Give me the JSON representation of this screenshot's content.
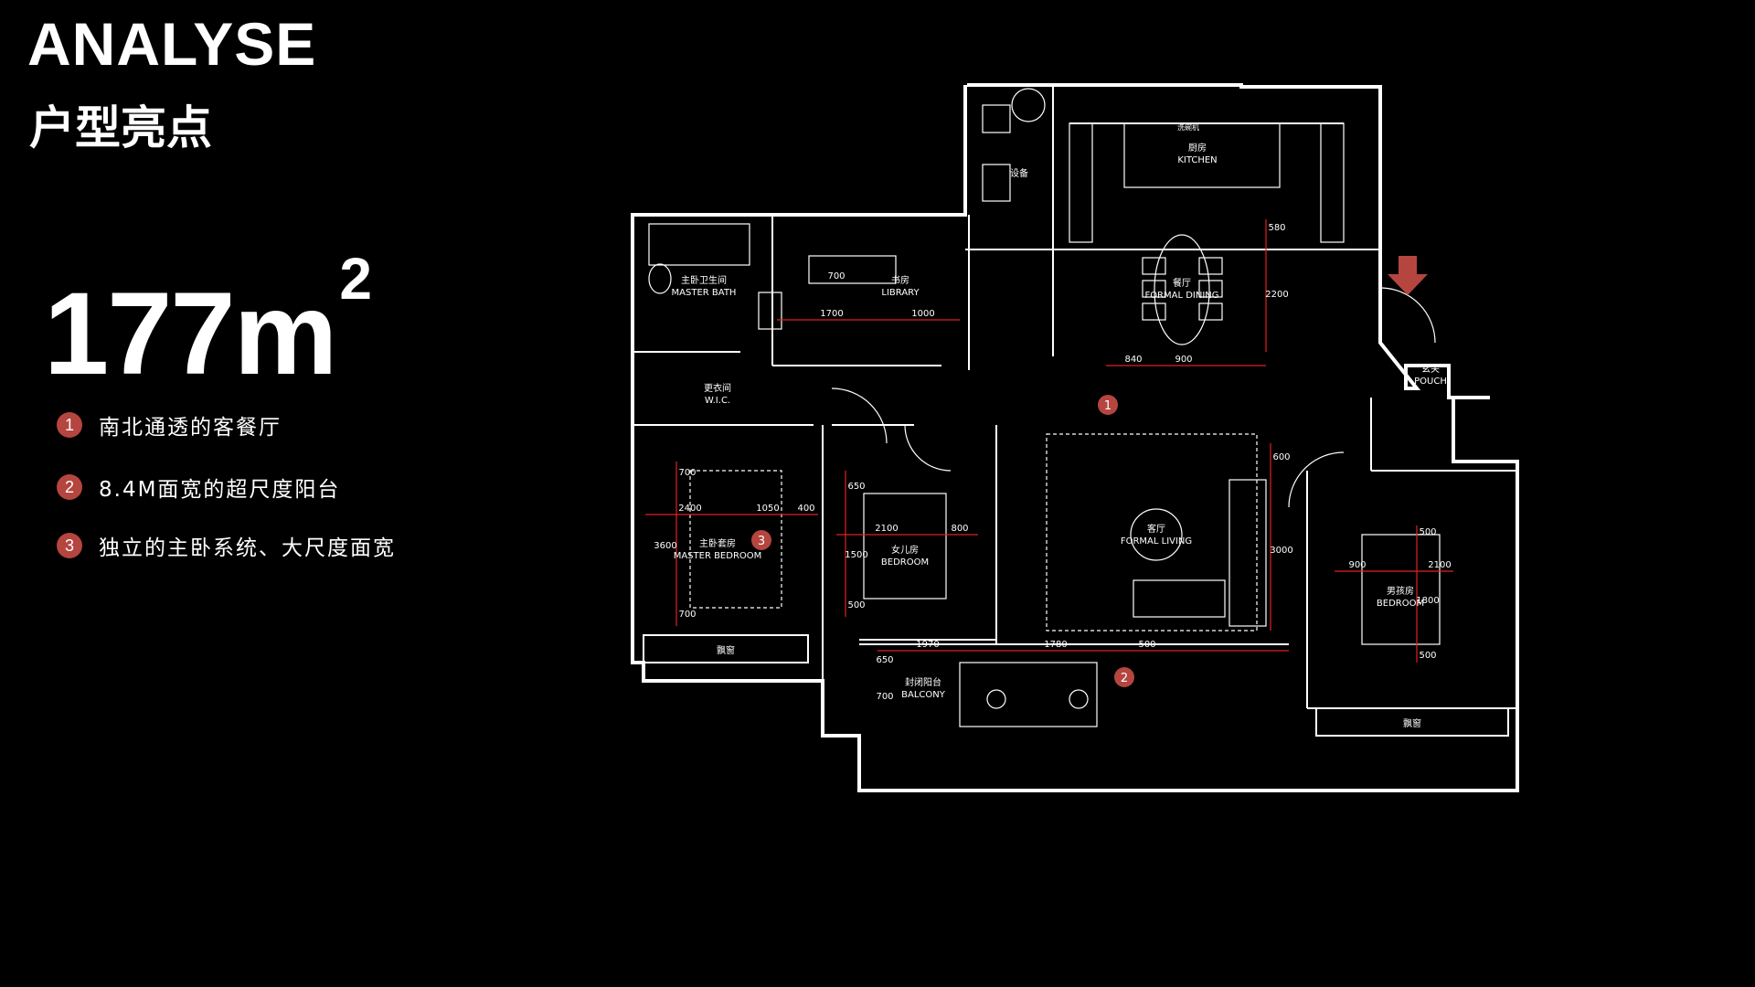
{
  "header": {
    "title": "ANALYSE",
    "subtitle": "户型亮点"
  },
  "area": {
    "value": "177m",
    "unit_sup": "2"
  },
  "highlights": [
    {
      "num": "1",
      "text": "南北通透的客餐厅"
    },
    {
      "num": "2",
      "text": "8.4M面宽的超尺度阳台"
    },
    {
      "num": "3",
      "text": "独立的主卧系统、大尺度面宽"
    }
  ],
  "plan": {
    "rooms": {
      "equipment": "设备",
      "kitchen_cn": "厨房",
      "kitchen_en": "KITCHEN",
      "master_bath_cn": "主卧卫生间",
      "master_bath_en": "MASTER BATH",
      "library_cn": "书房",
      "library_en": "LIBRARY",
      "dining_cn": "餐厅",
      "dining_en": "FORMAL DINING",
      "pouch_cn": "玄关",
      "pouch_en": "POUCH",
      "wic_cn": "更衣间",
      "wic_en": "W.I.C.",
      "master_bed_cn": "主卧套房",
      "master_bed_en": "MASTER BEDROOM",
      "daughter_cn": "女儿房",
      "daughter_en": "BEDROOM",
      "living_cn": "客厅",
      "living_en": "FORMAL LIVING",
      "son_cn": "男孩房",
      "son_en": "BEDROOM",
      "balcony_cn": "封闭阳台",
      "balcony_en": "BALCONY",
      "bay_window_left": "飘窗",
      "bay_window_right": "飘窗",
      "washer": "洗碗机"
    },
    "dims": {
      "d580": "580",
      "d2200": "2200",
      "d840": "840",
      "d900": "900",
      "d700a": "700",
      "d1700": "1700",
      "d1000": "1000",
      "d700b": "700",
      "d2400": "2400",
      "d1050": "1050",
      "d400": "400",
      "d3600": "3600",
      "d700c": "700",
      "d650a": "650",
      "d2100a": "2100",
      "d800": "800",
      "d1500": "1500",
      "d500a": "500",
      "d600": "600",
      "d3000": "3000",
      "d1970": "1970",
      "d1780": "1780",
      "d500b": "500",
      "d650b": "650",
      "d700d": "700",
      "d900b": "900",
      "d2100b": "2100",
      "d1800": "1800",
      "d500c": "500",
      "d500d": "500"
    },
    "markers": {
      "m1": "1",
      "m2": "2",
      "m3": "3"
    }
  },
  "colors": {
    "accent": "#b5453f",
    "dimension": "#e02020",
    "wall": "#ffffff",
    "background": "#000000"
  }
}
